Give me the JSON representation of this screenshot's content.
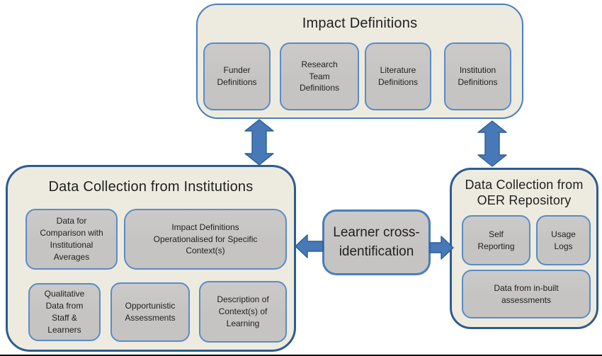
{
  "colors": {
    "box_bg": "#EDEBE0",
    "item_bg": "#C5C4C2",
    "item_border": "#5B8BC7",
    "outer_border_light": "#4A7EBB",
    "outer_border_dark": "#2E5C8F",
    "arrow_fill": "#4779B8",
    "arrow_stroke": "#2E5C8F",
    "text": "#1F1F1F",
    "figure_line": "#111111"
  },
  "impact_definitions": {
    "title": "Impact Definitions",
    "items": [
      {
        "label": "Funder\nDefinitions"
      },
      {
        "label": "Research\nTeam\nDefinitions"
      },
      {
        "label": "Literature\nDefinitions"
      },
      {
        "label": "Institution\nDefinitions"
      }
    ]
  },
  "institutions": {
    "title": "Data Collection from Institutions",
    "items": [
      {
        "label": "Data for\nComparison with\nInstitutional\nAverages"
      },
      {
        "label": "Impact Definitions\nOperationalised for Specific\nContext(s)"
      },
      {
        "label": "Qualitative\nData from\nStaff &\nLearners"
      },
      {
        "label": "Opportunistic\nAssessments"
      },
      {
        "label": "Description of\nContext(s) of\nLearning"
      }
    ]
  },
  "oer_repository": {
    "title": "Data Collection from\nOER Repository",
    "items": [
      {
        "label": "Self\nReporting"
      },
      {
        "label": "Usage\nLogs"
      },
      {
        "label": "Data from in-built\nassessments"
      }
    ]
  },
  "center": {
    "label": "Learner cross-\nidentification"
  }
}
